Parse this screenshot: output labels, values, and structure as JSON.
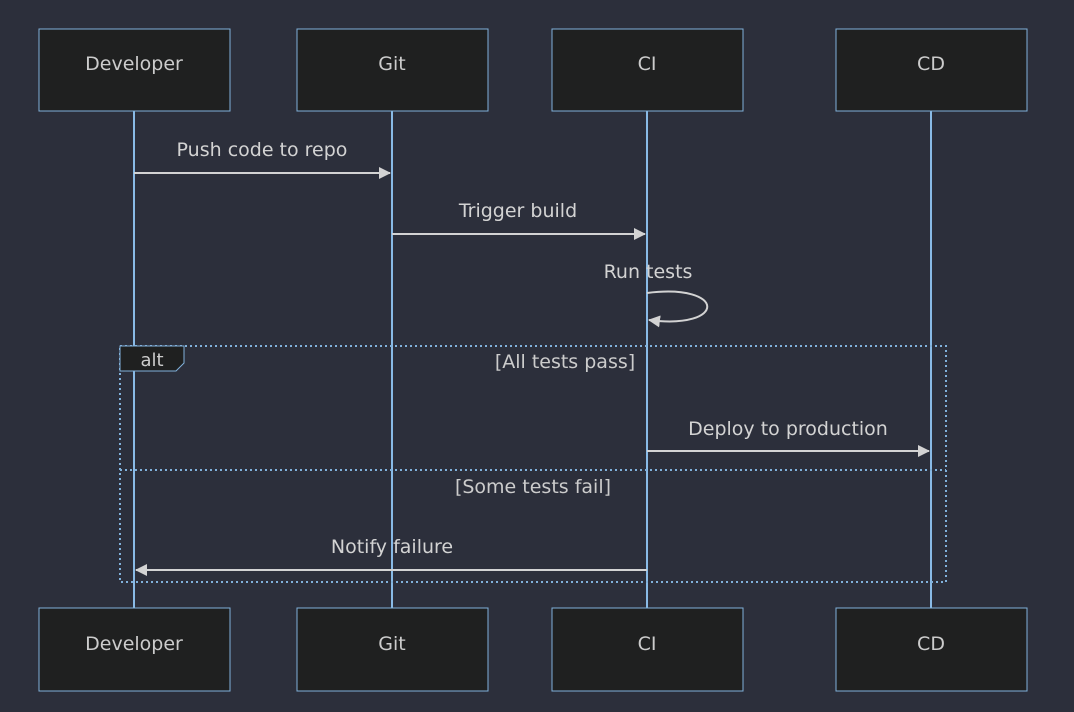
{
  "participants": [
    {
      "id": "dev",
      "label": "Developer"
    },
    {
      "id": "git",
      "label": "Git"
    },
    {
      "id": "ci",
      "label": "CI"
    },
    {
      "id": "cd",
      "label": "CD"
    }
  ],
  "messages": [
    {
      "from": "dev",
      "to": "git",
      "label": "Push code to repo"
    },
    {
      "from": "git",
      "to": "ci",
      "label": "Trigger build"
    },
    {
      "from": "ci",
      "to": "ci",
      "label": "Run tests"
    },
    {
      "from": "ci",
      "to": "cd",
      "label": "Deploy to production"
    },
    {
      "from": "ci",
      "to": "dev",
      "label": "Notify failure"
    }
  ],
  "alt_block": {
    "label": "alt",
    "conditions": [
      "[All tests pass]",
      "[Some tests fail]"
    ]
  },
  "colors": {
    "background": "#2c2f3b",
    "box_fill": "#1f2020",
    "box_stroke": "#81b1db",
    "lifeline": "#89bae6",
    "message": "#d3d3d3",
    "text": "#cccccc"
  }
}
